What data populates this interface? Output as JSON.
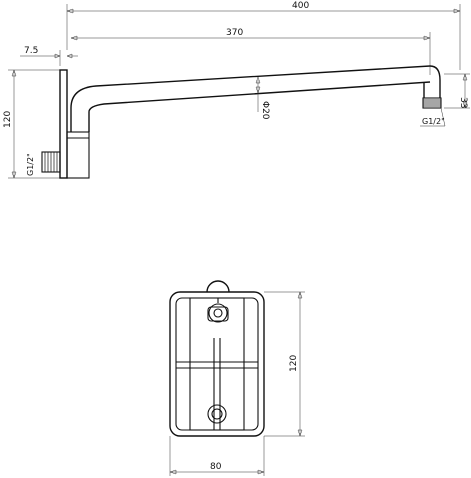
{
  "side_view": {
    "dims": {
      "overall_length": "400",
      "arm_length": "370",
      "flange_offset": "7.5",
      "height": "120",
      "arm_diameter": "Φ20",
      "outlet_drop": "33",
      "inlet_thread": "G1/2\"",
      "outlet_thread": "G1/2\""
    }
  },
  "front_view": {
    "dims": {
      "width": "80",
      "height": "120"
    }
  }
}
